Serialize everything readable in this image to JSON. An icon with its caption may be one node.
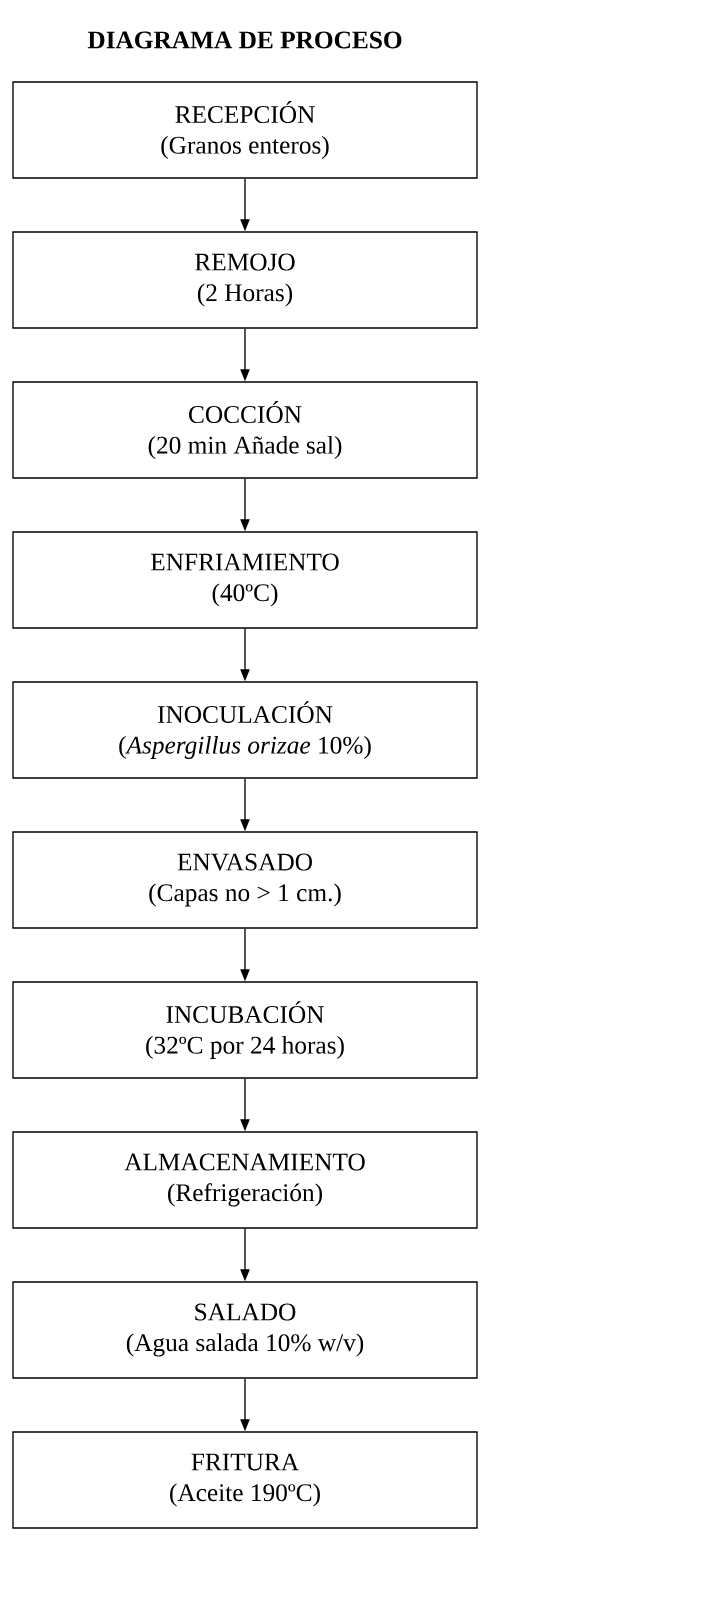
{
  "diagram": {
    "title": "DIAGRAMA DE PROCESO",
    "nodes": [
      {
        "text": [
          "RECEPCIÓN",
          "(Granos enteros)"
        ]
      },
      {
        "text": [
          "REMOJO",
          "(2 Horas)"
        ]
      },
      {
        "text": [
          "COCCIÓN",
          "(20 min Añade sal)"
        ]
      },
      {
        "text": [
          "ENFRIAMIENTO",
          "(40ºC)"
        ]
      },
      {
        "text": [
          "INOCULACIÓN",
          "(*Aspergillus orizae* 10%)"
        ]
      },
      {
        "text": [
          "ENVASADO",
          "(Capas no > 1 cm.)"
        ]
      },
      {
        "text": [
          "INCUBACIÓN",
          "(32ºC por 24 horas)"
        ]
      },
      {
        "text": [
          "ALMACENAMIENTO",
          "(Refrigeración)"
        ]
      },
      {
        "text": [
          "SALADO",
          "(Agua salada 10% w/v)"
        ]
      },
      {
        "text": [
          "FRITURA",
          "(Aceite 190ºC)"
        ]
      }
    ],
    "edges": [
      {
        "from": 0,
        "to": 1,
        "arrow": "to"
      },
      {
        "from": 1,
        "to": 2,
        "arrow": "to"
      },
      {
        "from": 2,
        "to": 3,
        "arrow": "to"
      },
      {
        "from": 3,
        "to": 4,
        "arrow": "to"
      },
      {
        "from": 4,
        "to": 5,
        "arrow": "to"
      },
      {
        "from": 5,
        "to": 6,
        "arrow": "to"
      },
      {
        "from": 6,
        "to": 7,
        "arrow": "to"
      },
      {
        "from": 7,
        "to": 8,
        "arrow": "to"
      },
      {
        "from": 8,
        "to": 9,
        "arrow": "to"
      }
    ]
  }
}
